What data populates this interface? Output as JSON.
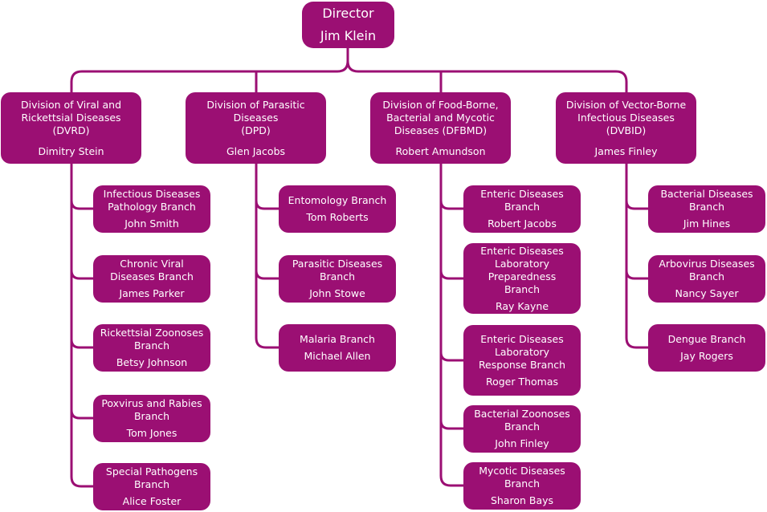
{
  "director": {
    "title": "Director",
    "name": "Jim Klein"
  },
  "divisions": [
    {
      "title": "Division of Viral and\nRickettsial Diseases\n(DVRD)",
      "head": "Dimitry Stein",
      "branches": [
        {
          "title": "Infectious Diseases\nPathology Branch",
          "head": "John Smith"
        },
        {
          "title": "Chronic Viral\nDiseases Branch",
          "head": "James Parker"
        },
        {
          "title": "Rickettsial Zoonoses\nBranch",
          "head": "Betsy Johnson"
        },
        {
          "title": "Poxvirus and Rabies\nBranch",
          "head": "Tom Jones"
        },
        {
          "title": "Special Pathogens\nBranch",
          "head": "Alice Foster"
        }
      ]
    },
    {
      "title": "Division of Parasitic\nDiseases\n(DPD)",
      "head": "Glen Jacobs",
      "branches": [
        {
          "title": "Entomology Branch",
          "head": "Tom Roberts"
        },
        {
          "title": "Parasitic Diseases\nBranch",
          "head": "John Stowe"
        },
        {
          "title": "Malaria Branch",
          "head": "Michael Allen"
        }
      ]
    },
    {
      "title": "Division of Food-Borne,\nBacterial and Mycotic\nDiseases (DFBMD)",
      "head": "Robert Amundson",
      "branches": [
        {
          "title": "Enteric Diseases\nBranch",
          "head": "Robert Jacobs"
        },
        {
          "title": "Enteric Diseases\nLaboratory\nPreparedness\nBranch",
          "head": "Ray Kayne"
        },
        {
          "title": "Enteric Diseases\nLaboratory\nResponse Branch",
          "head": "Roger Thomas"
        },
        {
          "title": "Bacterial Zoonoses\nBranch",
          "head": "John Finley"
        },
        {
          "title": "Mycotic Diseases\nBranch",
          "head": "Sharon Bays"
        }
      ]
    },
    {
      "title": "Division of Vector-Borne\nInfectious Diseases\n(DVBID)",
      "head": "James Finley",
      "branches": [
        {
          "title": "Bacterial Diseases\nBranch",
          "head": "Jim Hines"
        },
        {
          "title": "Arbovirus Diseases\nBranch",
          "head": "Nancy Sayer"
        },
        {
          "title": "Dengue Branch",
          "head": "Jay Rogers"
        }
      ]
    }
  ],
  "colors": {
    "box": "#9b0f73",
    "connector": "#9b0f73",
    "text": "#ffffff"
  }
}
